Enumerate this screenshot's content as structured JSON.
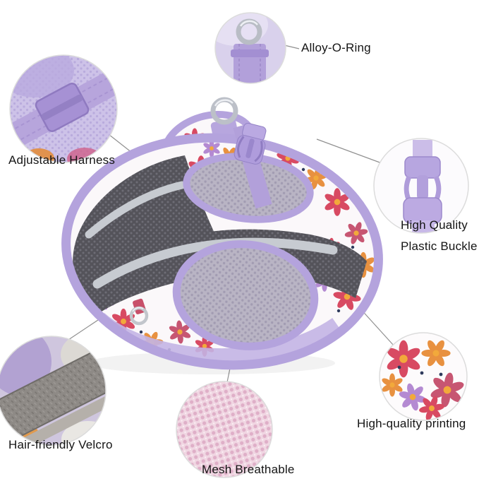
{
  "callouts": {
    "oring": {
      "label": "Alloy-O-Ring"
    },
    "adjustable": {
      "label": "Adjustable Harness"
    },
    "buckle": {
      "line1": "High Quality",
      "line2": "Plastic Buckle"
    },
    "velcro": {
      "label": "Hair-friendly Velcro"
    },
    "mesh": {
      "label": "Mesh Breathable"
    },
    "printing": {
      "label": "High-quality printing"
    }
  },
  "colors": {
    "trim_purple": "#b4a3dd",
    "strap_purple": "#af9cdc",
    "buckle_purple": "#baa9e2",
    "mesh_dark_gray": "#54535a",
    "reflective_gray": "#c7cbd1",
    "mesh_pink": "#f0d6e2",
    "flower_red": "#d84a62",
    "flower_pink": "#c75672",
    "flower_orange": "#e89140",
    "flower_purple": "#b48ad2",
    "metal_silver": "#bcc0c8"
  }
}
